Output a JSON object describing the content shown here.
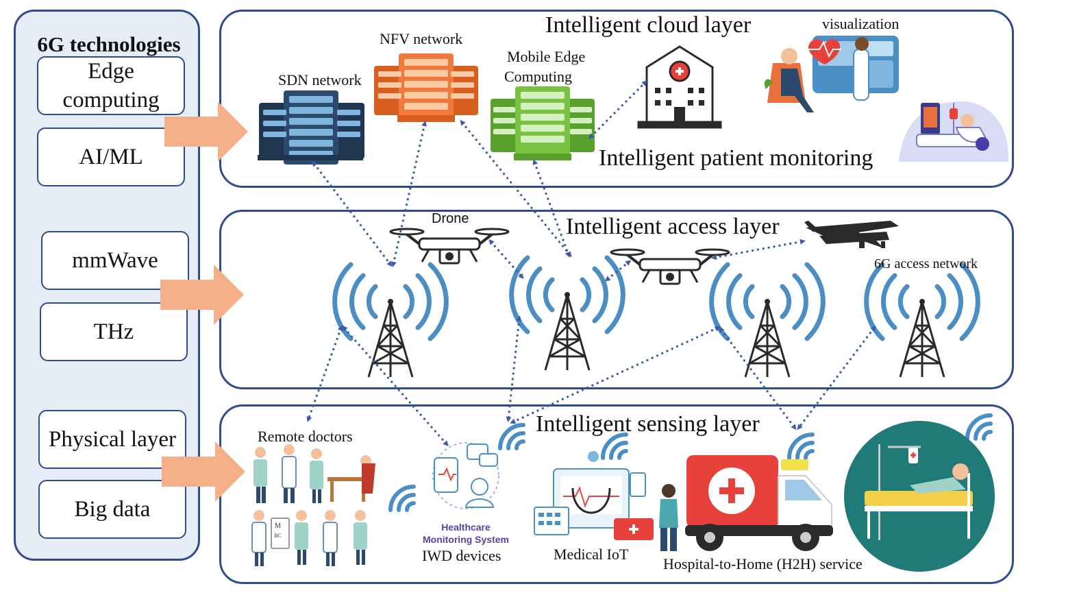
{
  "technologies": {
    "title": "6G technologies",
    "items": [
      "Edge computing",
      "AI/ML",
      "mmWave",
      "THz",
      "Physical layer",
      "Big data"
    ]
  },
  "cloud_layer": {
    "title": "Intelligent cloud layer",
    "sdn": "SDN network",
    "nfv": "NFV network",
    "mec_line1": "Mobile Edge",
    "mec_line2": "Computing",
    "visualization": "visualization",
    "patient_monitoring": "Intelligent patient monitoring"
  },
  "access_layer": {
    "title": "Intelligent access layer",
    "drone": "Drone",
    "access_network": "6G access network"
  },
  "sensing_layer": {
    "title": "Intelligent sensing layer",
    "remote_doctors": "Remote doctors",
    "hms_line1": "Healthcare",
    "hms_line2": "Monitoring System",
    "iwd": "IWD devices",
    "medical_iot": "Medical IoT",
    "h2h": "Hospital-to-Home (H2H) service"
  },
  "colors": {
    "border": "#2f4b8f",
    "left_panel_fill": "#e6edf6",
    "arrow_fill": "#f4b088",
    "signal_blue": "#4a8ec4",
    "dotted_link": "#3b5aa8",
    "sdn_server": "#1f3550",
    "nfv_server": "#f07a3c",
    "mec_server": "#7cc242",
    "hms_text": "#5b3fa6"
  }
}
